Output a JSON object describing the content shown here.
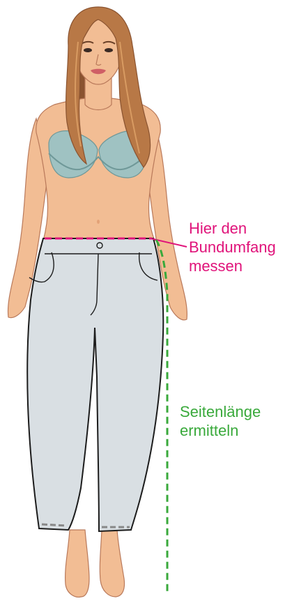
{
  "colors": {
    "skin": "#f2bd94",
    "skin_shadow": "#e3a277",
    "skin_outline": "#b9795a",
    "hair": "#b87846",
    "hair_dark": "#8a5330",
    "hair_light": "#d89b62",
    "bra": "#9fc2c2",
    "bra_outline": "#6f9898",
    "jeans": "#d9dfe3",
    "jeans_outline": "#1c1c1c",
    "waist_guide": "#e0137a",
    "side_guide": "#39a93b",
    "lips": "#cf5f66"
  },
  "icons": {
    "waist": "dashed-waist-line",
    "side": "dashed-side-line"
  },
  "annotations": {
    "waist": {
      "lines": [
        "Hier den",
        "Bundumfang",
        "messen"
      ]
    },
    "side": {
      "lines": [
        "Seitenlänge",
        "ermitteln"
      ]
    }
  }
}
